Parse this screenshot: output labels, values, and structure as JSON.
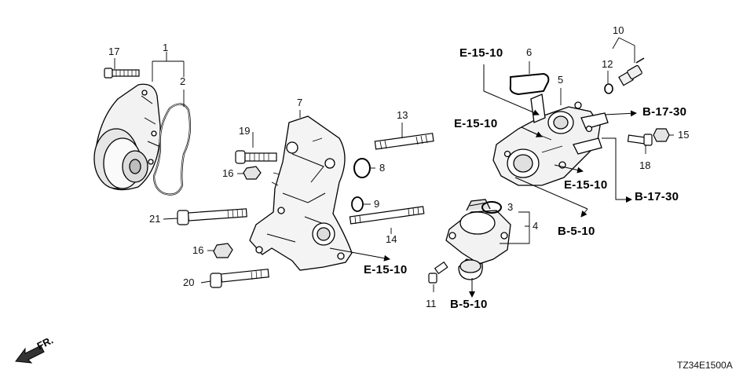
{
  "diagram": {
    "code": "TZ34E1500A",
    "direction_label": "FR.",
    "callouts": {
      "p1": "1",
      "p2": "2",
      "p3": "3",
      "p4": "4",
      "p5": "5",
      "p6": "6",
      "p7": "7",
      "p8": "8",
      "p9": "9",
      "p10": "10",
      "p11": "11",
      "p12": "12",
      "p13": "13",
      "p14": "14",
      "p15": "15",
      "p16a": "16",
      "p16b": "16",
      "p17": "17",
      "p18": "18",
      "p19": "19",
      "p20": "20",
      "p21": "21"
    },
    "section_refs": {
      "e15_top": "E-15-10",
      "e15_mid": "E-15-10",
      "e15_right": "E-15-10",
      "e15_bottom": "E-15-10",
      "b17_top": "B-17-30",
      "b17_bottom": "B-17-30",
      "b5_right": "B-5-10",
      "b5_bottom": "B-5-10"
    }
  }
}
